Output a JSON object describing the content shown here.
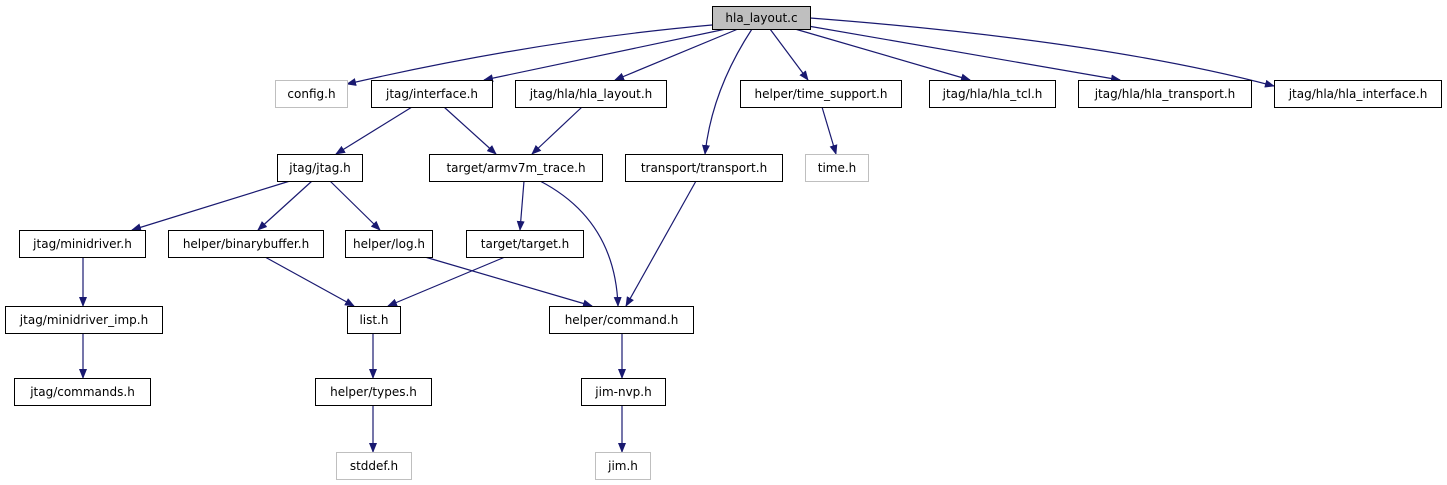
{
  "diagram": {
    "colors": {
      "edge": "#191970",
      "root_fill": "#bfbfbf",
      "node_border": "#000000",
      "missing_border": "#bfbfbf",
      "missing_text": "#555555",
      "node_fill": "#ffffff"
    },
    "nodes": [
      {
        "id": "hla_layout_c",
        "label": "hla_layout.c",
        "style": "root"
      },
      {
        "id": "config_h",
        "label": "config.h",
        "style": "missing"
      },
      {
        "id": "jtag_interface_h",
        "label": "jtag/interface.h",
        "style": "normal"
      },
      {
        "id": "jtag_hla_hla_layout_h",
        "label": "jtag/hla/hla_layout.h",
        "style": "normal"
      },
      {
        "id": "helper_time_support_h",
        "label": "helper/time_support.h",
        "style": "normal"
      },
      {
        "id": "jtag_hla_hla_tcl_h",
        "label": "jtag/hla/hla_tcl.h",
        "style": "normal"
      },
      {
        "id": "jtag_hla_hla_transport_h",
        "label": "jtag/hla/hla_transport.h",
        "style": "normal"
      },
      {
        "id": "jtag_hla_hla_interface_h",
        "label": "jtag/hla/hla_interface.h",
        "style": "normal"
      },
      {
        "id": "jtag_jtag_h",
        "label": "jtag/jtag.h",
        "style": "normal"
      },
      {
        "id": "target_armv7m_trace_h",
        "label": "target/armv7m_trace.h",
        "style": "normal"
      },
      {
        "id": "transport_transport_h",
        "label": "transport/transport.h",
        "style": "normal"
      },
      {
        "id": "time_h",
        "label": "time.h",
        "style": "missing"
      },
      {
        "id": "jtag_minidriver_h",
        "label": "jtag/minidriver.h",
        "style": "normal"
      },
      {
        "id": "helper_binarybuffer_h",
        "label": "helper/binarybuffer.h",
        "style": "normal"
      },
      {
        "id": "helper_log_h",
        "label": "helper/log.h",
        "style": "normal"
      },
      {
        "id": "target_target_h",
        "label": "target/target.h",
        "style": "normal"
      },
      {
        "id": "jtag_minidriver_imp_h",
        "label": "jtag/minidriver_imp.h",
        "style": "normal"
      },
      {
        "id": "list_h",
        "label": "list.h",
        "style": "normal"
      },
      {
        "id": "helper_command_h",
        "label": "helper/command.h",
        "style": "normal"
      },
      {
        "id": "jtag_commands_h",
        "label": "jtag/commands.h",
        "style": "normal"
      },
      {
        "id": "helper_types_h",
        "label": "helper/types.h",
        "style": "normal"
      },
      {
        "id": "jim_nvp_h",
        "label": "jim-nvp.h",
        "style": "normal"
      },
      {
        "id": "stddef_h",
        "label": "stddef.h",
        "style": "missing"
      },
      {
        "id": "jim_h",
        "label": "jim.h",
        "style": "missing"
      }
    ],
    "edges": [
      {
        "from": "hla_layout_c",
        "to": "config_h"
      },
      {
        "from": "hla_layout_c",
        "to": "jtag_interface_h"
      },
      {
        "from": "hla_layout_c",
        "to": "jtag_hla_hla_layout_h"
      },
      {
        "from": "hla_layout_c",
        "to": "transport_transport_h"
      },
      {
        "from": "hla_layout_c",
        "to": "helper_time_support_h"
      },
      {
        "from": "hla_layout_c",
        "to": "jtag_hla_hla_tcl_h"
      },
      {
        "from": "hla_layout_c",
        "to": "jtag_hla_hla_transport_h"
      },
      {
        "from": "hla_layout_c",
        "to": "jtag_hla_hla_interface_h"
      },
      {
        "from": "jtag_interface_h",
        "to": "jtag_jtag_h"
      },
      {
        "from": "jtag_interface_h",
        "to": "target_armv7m_trace_h"
      },
      {
        "from": "jtag_hla_hla_layout_h",
        "to": "target_armv7m_trace_h"
      },
      {
        "from": "helper_time_support_h",
        "to": "time_h"
      },
      {
        "from": "jtag_jtag_h",
        "to": "jtag_minidriver_h"
      },
      {
        "from": "jtag_jtag_h",
        "to": "helper_binarybuffer_h"
      },
      {
        "from": "jtag_jtag_h",
        "to": "helper_log_h"
      },
      {
        "from": "target_armv7m_trace_h",
        "to": "target_target_h"
      },
      {
        "from": "target_armv7m_trace_h",
        "to": "helper_command_h"
      },
      {
        "from": "transport_transport_h",
        "to": "helper_command_h"
      },
      {
        "from": "jtag_minidriver_h",
        "to": "jtag_minidriver_imp_h"
      },
      {
        "from": "helper_binarybuffer_h",
        "to": "list_h"
      },
      {
        "from": "target_target_h",
        "to": "list_h"
      },
      {
        "from": "helper_log_h",
        "to": "helper_command_h"
      },
      {
        "from": "jtag_minidriver_imp_h",
        "to": "jtag_commands_h"
      },
      {
        "from": "list_h",
        "to": "helper_types_h"
      },
      {
        "from": "helper_command_h",
        "to": "jim_nvp_h"
      },
      {
        "from": "helper_types_h",
        "to": "stddef_h"
      },
      {
        "from": "jim_nvp_h",
        "to": "jim_h"
      }
    ]
  }
}
